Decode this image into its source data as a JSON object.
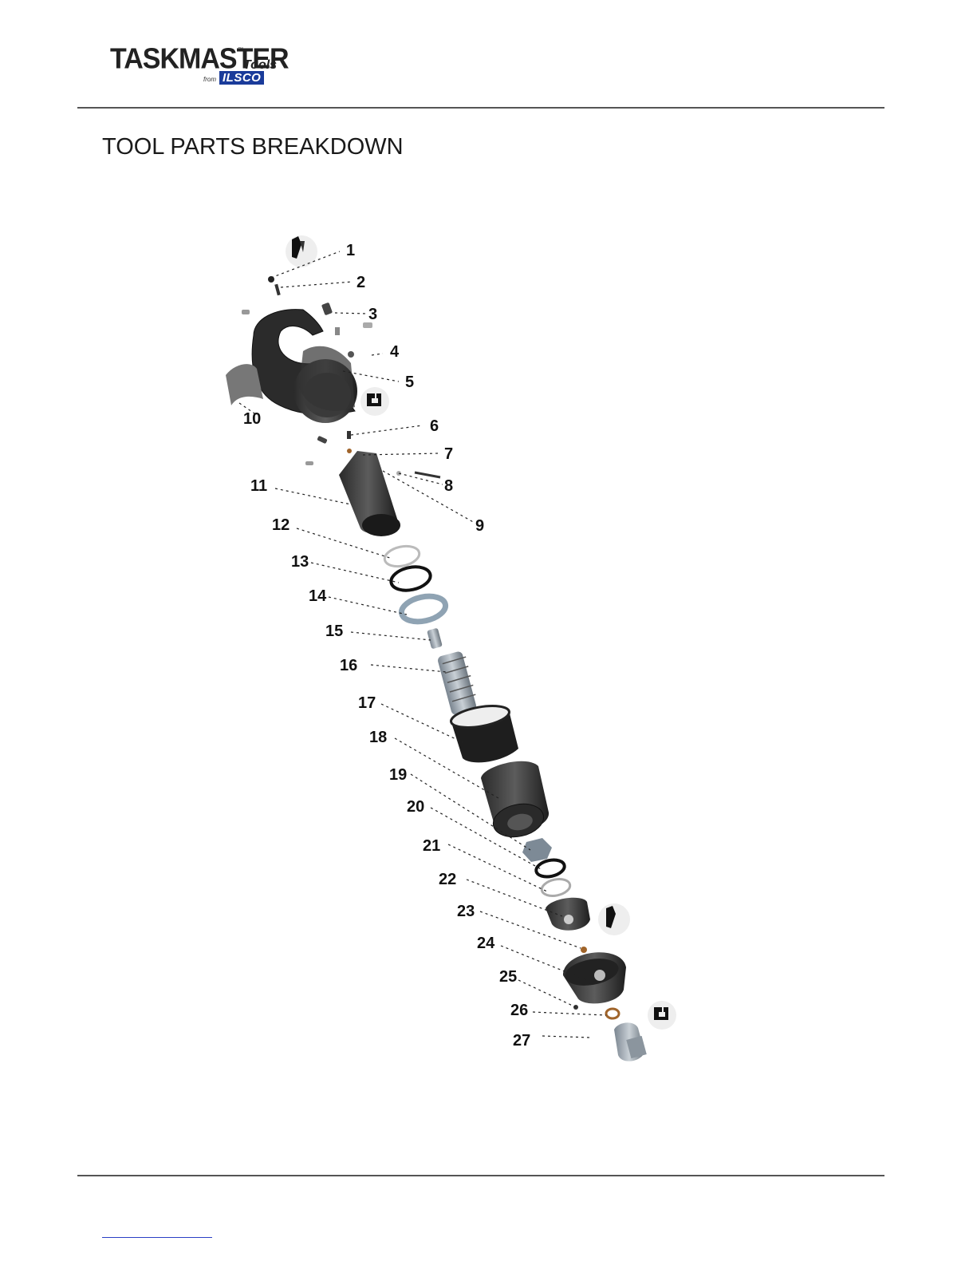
{
  "header": {
    "logo_main": "TASKMASTER",
    "logo_tm": "™",
    "logo_tools": "Tools",
    "logo_from": "from",
    "logo_brand": "ILSCO",
    "brand_color": "#1a3b9a"
  },
  "title": "TOOL PARTS BREAKDOWN",
  "diagram": {
    "part_numbers": [
      "1",
      "2",
      "3",
      "4",
      "5",
      "6",
      "7",
      "8",
      "9",
      "10",
      "11",
      "12",
      "13",
      "14",
      "15",
      "16",
      "17",
      "18",
      "19",
      "20",
      "21",
      "22",
      "23",
      "24",
      "25",
      "26",
      "27"
    ],
    "icons": [
      "grease-gun-icon",
      "torque-wrench-icon"
    ]
  }
}
